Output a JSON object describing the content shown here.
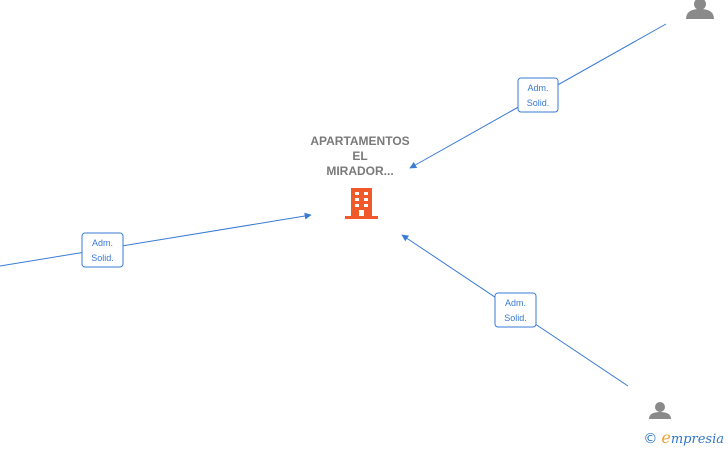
{
  "company": {
    "name_lines": [
      "APARTAMENTOS",
      "EL",
      "MIRADOR..."
    ],
    "icon": "building-icon",
    "color": "#f05a2a"
  },
  "relations": [
    {
      "label_line1": "Adm.",
      "label_line2": "Solid."
    },
    {
      "label_line1": "Adm.",
      "label_line2": "Solid."
    },
    {
      "label_line1": "Adm.",
      "label_line2": "Solid."
    }
  ],
  "person_icon": "person-icon",
  "person_color": "#8a8a8a",
  "edge_color": "#3a7bd5",
  "watermark": {
    "copyright_symbol": "©",
    "brand_e": "e",
    "brand_rest": "mpresia"
  }
}
